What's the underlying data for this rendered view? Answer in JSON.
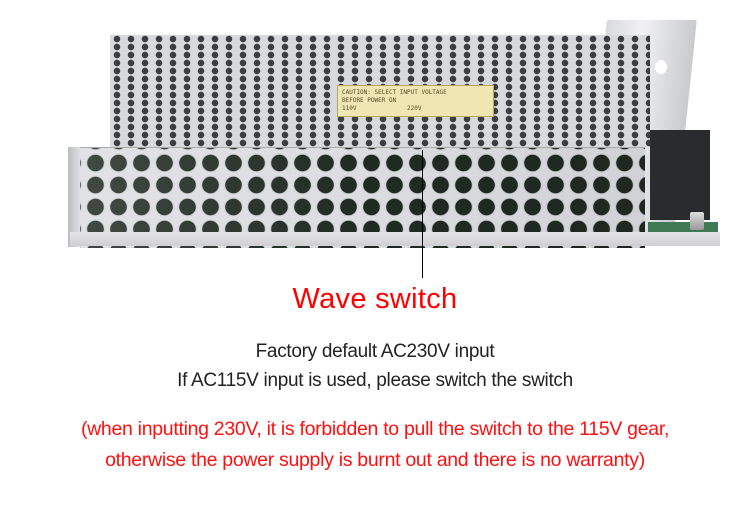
{
  "product": {
    "description": "Switching power supply with perforated metal case",
    "label_lines": [
      "110V",
      "220V"
    ]
  },
  "callout": {
    "title": "Wave switch",
    "title_color": "#ff0000"
  },
  "instructions": {
    "line1": "Factory default AC230V input",
    "line2": "If AC115V input is used, please switch the switch"
  },
  "warning": {
    "line1": "(when inputting 230V, it is forbidden to pull the switch to the 115V gear,",
    "line2": "otherwise the power supply is burnt out and there is no warranty)",
    "color": "#ff0000"
  }
}
